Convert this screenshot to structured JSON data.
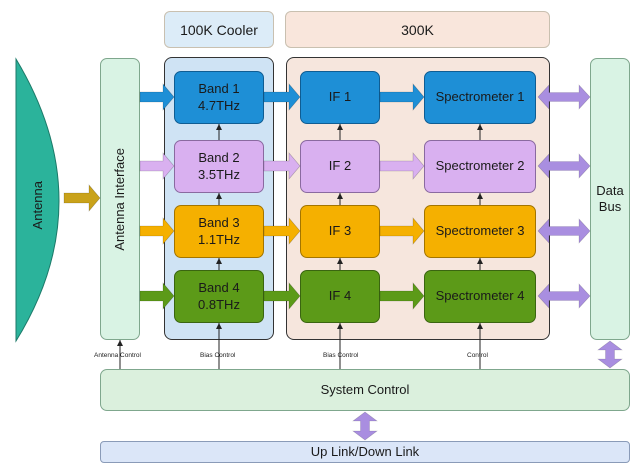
{
  "colors": {
    "blue": "#1e8fd6",
    "violet": "#d9b0f0",
    "amber": "#f5b000",
    "green": "#5c9a18",
    "antenna": "#2bb39b",
    "interface": "#d9f3e4",
    "cooler_panel": "#cfe3f4",
    "warm_panel": "#f6e6dd",
    "bus_arrow": "#a98ee0",
    "line": "#222222"
  },
  "antenna": {
    "label": "Antenna"
  },
  "antenna_interface": {
    "label": "Antenna Interface"
  },
  "cooler": {
    "title": "100K Cooler"
  },
  "warm": {
    "title": "300K"
  },
  "bands": [
    {
      "label": "Band 1",
      "freq": "4.7THz",
      "if_label": "IF 1",
      "spec_label": "Spectrometer 1"
    },
    {
      "label": "Band 2",
      "freq": "3.5THz",
      "if_label": "IF 2",
      "spec_label": "Spectrometer 2"
    },
    {
      "label": "Band 3",
      "freq": "1.1THz",
      "if_label": "IF 3",
      "spec_label": "Spectrometer 3"
    },
    {
      "label": "Band 4",
      "freq": "0.8THz",
      "if_label": "IF 4",
      "spec_label": "Spectrometer 4"
    }
  ],
  "data_bus": {
    "line1": "Data",
    "line2": "Bus"
  },
  "controls": {
    "antenna": "Antenna Control",
    "bias_band": "Bias Control",
    "bias_if": "Bias Control",
    "spec": "Control"
  },
  "system_control": {
    "label": "System Control"
  },
  "uplink": {
    "label": "Up Link/Down Link"
  }
}
